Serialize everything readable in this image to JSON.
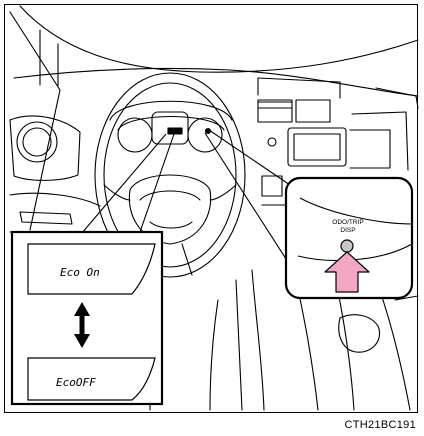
{
  "display": {
    "upper_text": "Eco On",
    "lower_text": "EcoOFF"
  },
  "button_callout": {
    "label_line1": "ODO/TRIP",
    "label_line2": "DISP"
  },
  "figure_code": "CTH21BC191",
  "colors": {
    "line": "#000000",
    "arrow_fill": "#f2a7c4",
    "button_fill": "#c8c8c8",
    "background": "#ffffff"
  }
}
